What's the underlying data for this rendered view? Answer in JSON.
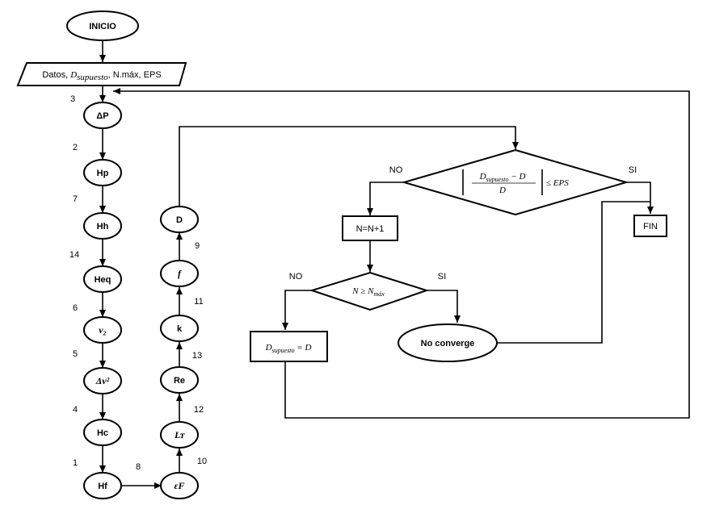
{
  "start": "INICIO",
  "input": {
    "text_a": "Datos, ",
    "d_sym": "D",
    "d_sub": "supuesto",
    "text_b": ", N.máx, EPS"
  },
  "left_column": [
    {
      "label": "ΔP",
      "step": "3"
    },
    {
      "label": "Hp",
      "step": "2"
    },
    {
      "label": "Hh",
      "step": "7"
    },
    {
      "label": "Heq",
      "step": "14"
    },
    {
      "label": "v₂",
      "step": "6"
    },
    {
      "label": "Δv²",
      "step": "5"
    },
    {
      "label": "Hc",
      "step": "4"
    },
    {
      "label": "Hf",
      "step": "1"
    }
  ],
  "hf_to_ef_step": "8",
  "right_column": [
    {
      "label": "D",
      "step": "9"
    },
    {
      "label": "f",
      "step": "11"
    },
    {
      "label": "k",
      "step": "13"
    },
    {
      "label": "Re",
      "step": "12"
    },
    {
      "label": "Lᴛ",
      "step": "10"
    },
    {
      "label": "εF",
      "step": ""
    }
  ],
  "decision1": {
    "num_sym": "D",
    "num_sub": "supuesto",
    "num_tail": " − D",
    "den": "D",
    "rhs": "≤ EPS",
    "no": "NO",
    "yes": "SI"
  },
  "end": "FIN",
  "increment": "N=N+1",
  "decision2": {
    "lhs": "N ≥ N",
    "sub": "máx",
    "no": "NO",
    "yes": "SI"
  },
  "assign": {
    "sym": "D",
    "sub": "supuesto",
    "tail": " = D"
  },
  "no_converge": "No converge"
}
